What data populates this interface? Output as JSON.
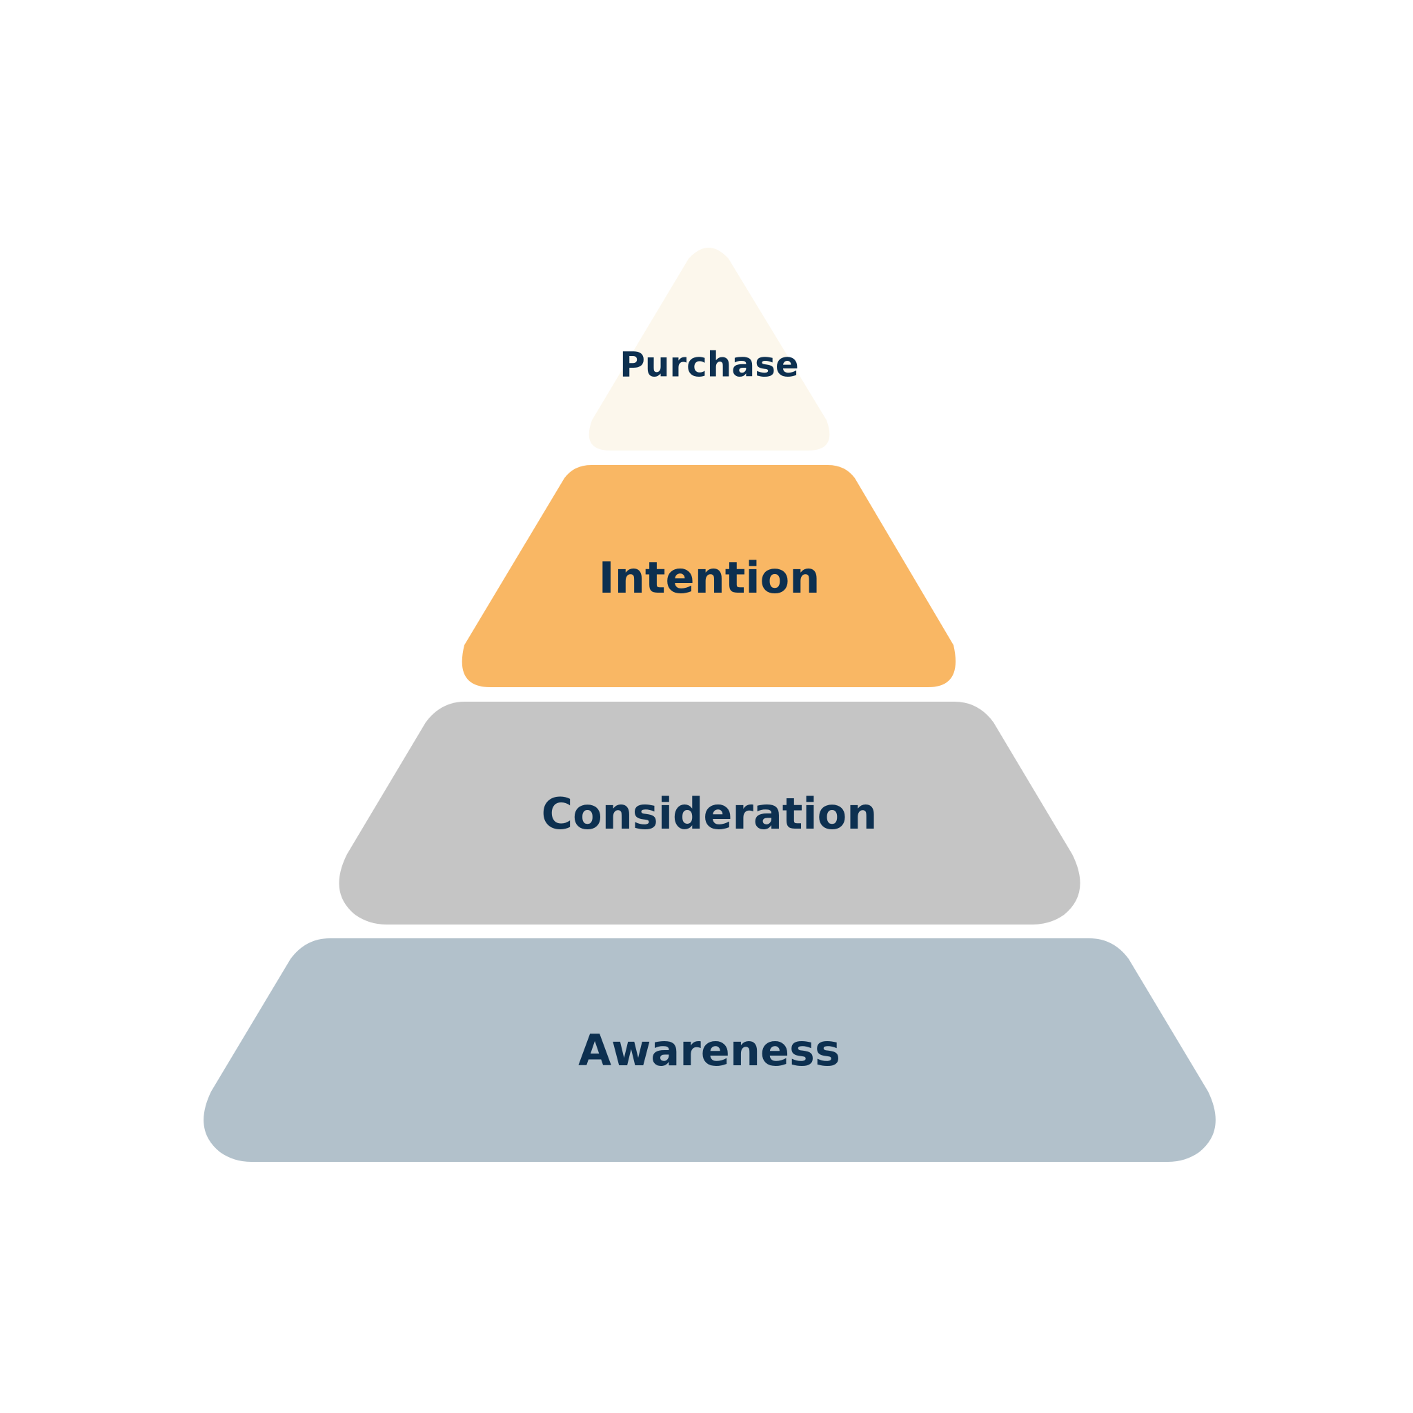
{
  "diagram": {
    "label_color": "#0d3050",
    "tiers": [
      {
        "label": "Purchase",
        "color": "#fcf7ec"
      },
      {
        "label": "Intention",
        "color": "#f9b764"
      },
      {
        "label": "Consideration",
        "color": "#c5c5c5"
      },
      {
        "label": "Awareness",
        "color": "#b2c1cb"
      }
    ]
  }
}
